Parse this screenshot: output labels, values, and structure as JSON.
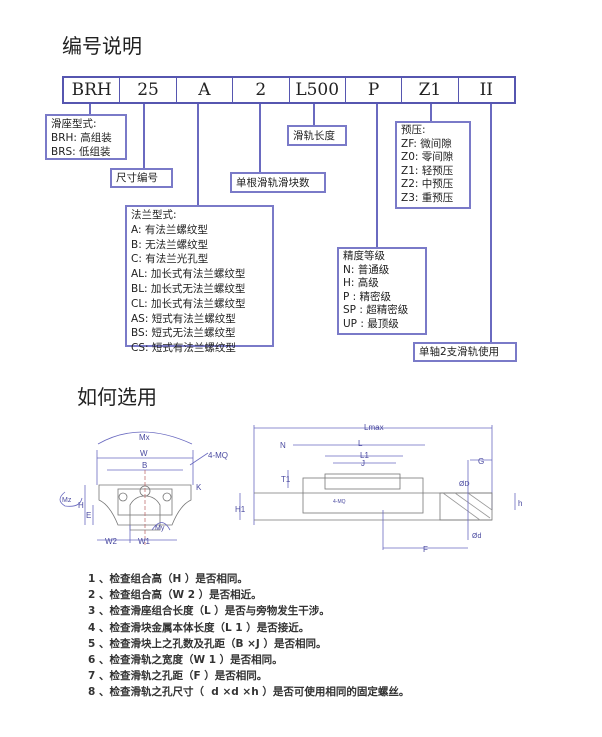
{
  "section1_title": "编号说明",
  "code_parts": [
    "BRH",
    "25",
    "A",
    "2",
    "L500",
    "P",
    "Z1",
    "II"
  ],
  "block_type": {
    "title": "滑座型式:",
    "items": [
      "BRH: 高组装",
      "BRS: 低组装"
    ]
  },
  "size_label": "尺寸编号",
  "flange_type": {
    "title": "法兰型式:",
    "items": [
      "A: 有法兰螺纹型",
      "B: 无法兰螺纹型",
      "C: 有法兰光孔型",
      "AL: 加长式有法兰螺纹型",
      "BL: 加长式无法兰螺纹型",
      "CL: 加长式有法兰螺纹型",
      "AS: 短式有法兰螺纹型",
      "BS: 短式无法兰螺纹型",
      "CS: 短式有法兰螺纹型"
    ]
  },
  "blocks_per_rail_label": "单根滑轨滑块数",
  "rail_length_label": "滑轨长度",
  "preload": {
    "title": "预压:",
    "items": [
      "ZF: 微间隙",
      "Z0: 零间隙",
      "Z1: 轻预压",
      "Z2: 中预压",
      "Z3: 重预压"
    ]
  },
  "accuracy": {
    "title": "精度等级",
    "items": [
      "N: 普通级",
      "H:  高级",
      "P : 精密级",
      "SP : 超精密级",
      "UP : 最顶级"
    ]
  },
  "rails_per_axis_label": "单轴2支滑轨使用",
  "section2_title": "如何选用",
  "diagram_labels": {
    "mx": "Mx",
    "w": "W",
    "b": "B",
    "mq": "4-MQ",
    "mz": "Mz",
    "h": "H",
    "e": "E",
    "my": "My",
    "w2": "W2",
    "w1": "W1",
    "k": "K",
    "lmax": "Lmax",
    "n": "N",
    "l": "L",
    "l1": "L1",
    "j": "J",
    "t1": "T1",
    "h1": "H1",
    "g": "G",
    "phiD": "ØD",
    "phid": "Ød",
    "hsmall": "h",
    "f": "F",
    "mq2": "4-MQ"
  },
  "checklist": [
    "1 、检查组合高（H ）是否相同。",
    "2 、检查组合高（W 2 ）是否相近。",
    "3 、检查滑座组合长度（L ）是否与旁物发生干涉。",
    "4 、检查滑块金属本体长度（L 1 ）是否接近。",
    "5 、检查滑块上之孔数及孔距（B ×J ）是否相同。",
    "6 、检查滑轨之宽度（W 1 ）是否相同。",
    "7 、检查滑轨之孔距（F ）是否相同。",
    "8 、检查滑轨之孔尺寸（  d ×d ×h ）是否可使用相同的固定螺丝。"
  ],
  "colors": {
    "border": "#5656b0",
    "dim": "#6a6ac0"
  }
}
